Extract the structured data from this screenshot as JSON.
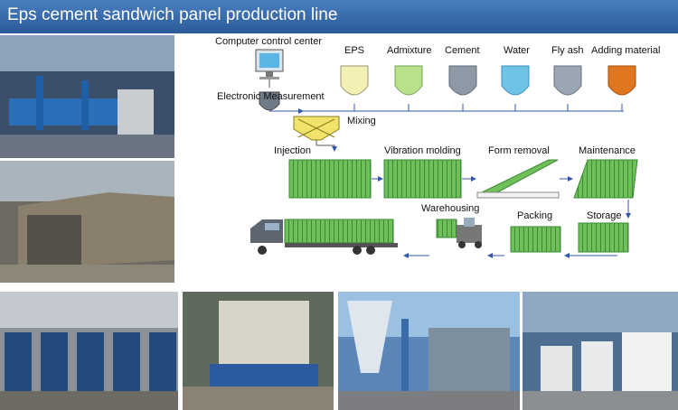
{
  "title": "Eps cement sandwich panel production line",
  "colors": {
    "banner": "#3a6fb0",
    "eps": "#f2f0b4",
    "admixture": "#b9e08a",
    "cement": "#8d9aa6",
    "water": "#6ec3e6",
    "flyash": "#9aa7b2",
    "adding": "#e0761e",
    "panel_green": "#6fbf5a",
    "arrow": "#3355aa"
  },
  "diagram": {
    "control_center": "Computer control center",
    "measurement": "Electronic Measurement",
    "mixing": "Mixing",
    "materials": [
      "EPS",
      "Admixture",
      "Cement",
      "Water",
      "Fly ash",
      "Adding material"
    ],
    "steps": {
      "injection": "Injection",
      "vibration": "Vibration molding",
      "form_removal": "Form removal",
      "maintenance": "Maintenance",
      "warehousing": "Warehousing",
      "packing": "Packing",
      "storage": "Storage"
    }
  },
  "photos": [
    "factory-machinery-photo",
    "curing-tunnel-photo",
    "autoclave-row-photo",
    "panel-mold-photo",
    "silo-plant-photo",
    "panel-storage-photo"
  ]
}
